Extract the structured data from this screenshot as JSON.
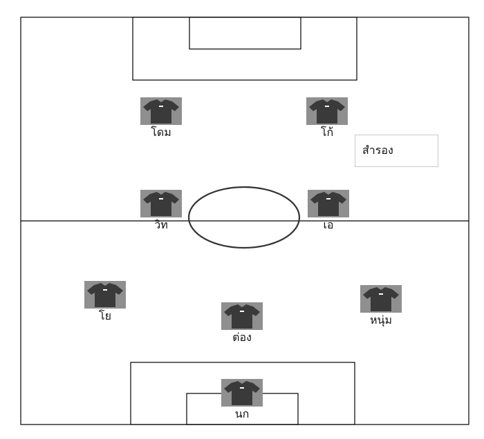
{
  "field": {
    "players": [
      {
        "id": "dom",
        "name": "โดม"
      },
      {
        "id": "ko",
        "name": "โก้"
      },
      {
        "id": "wit",
        "name": "วิท"
      },
      {
        "id": "ae",
        "name": "เอ"
      },
      {
        "id": "yo",
        "name": "โย"
      },
      {
        "id": "tong",
        "name": "ต่อง"
      },
      {
        "id": "num",
        "name": "หนุ่ม"
      },
      {
        "id": "nok",
        "name": "นก"
      }
    ]
  },
  "substitutes": {
    "label": "สำรอง"
  },
  "colors": {
    "shirt": "#3a3a3a",
    "shirt_bg": "#8f8f8f",
    "line": "#000000",
    "circle": "#333333"
  }
}
